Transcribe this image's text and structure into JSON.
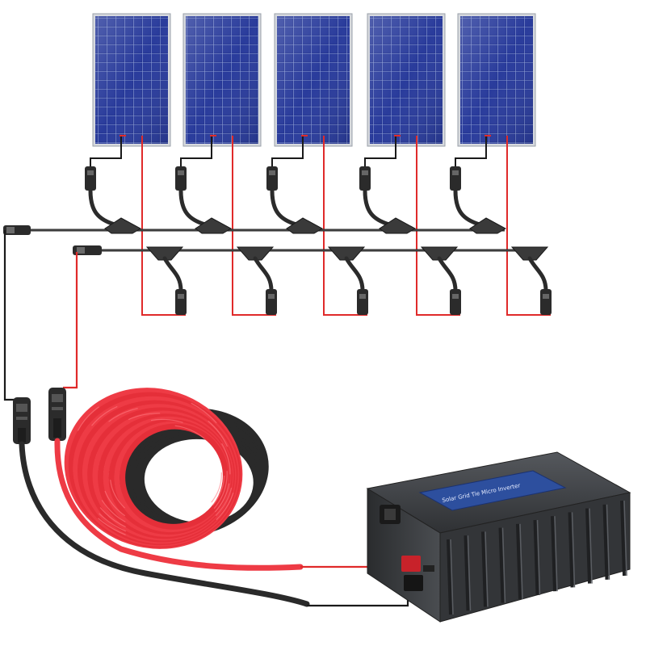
{
  "scene": {
    "background": "#ffffff",
    "subject": "solar panel kit wiring layout",
    "panel_count": 5,
    "colors": {
      "panel_cell": "#1f2f8a",
      "panel_cell_light": "#3c52b8",
      "panel_frame": "#d6d9de",
      "wire_red": "#e02a2a",
      "wire_black": "#1a1a1a",
      "connector": "#2b2b2b",
      "cable_red": "#ee3b45",
      "cable_dark": "#2a2a2a",
      "inverter_body": "#3a3c3f",
      "inverter_label": "#2d4f9e"
    }
  },
  "inverter": {
    "label": "Solar Grid Tie Micro Inverter",
    "logo_text": "Solar Grid Tie Micro Inverter"
  }
}
